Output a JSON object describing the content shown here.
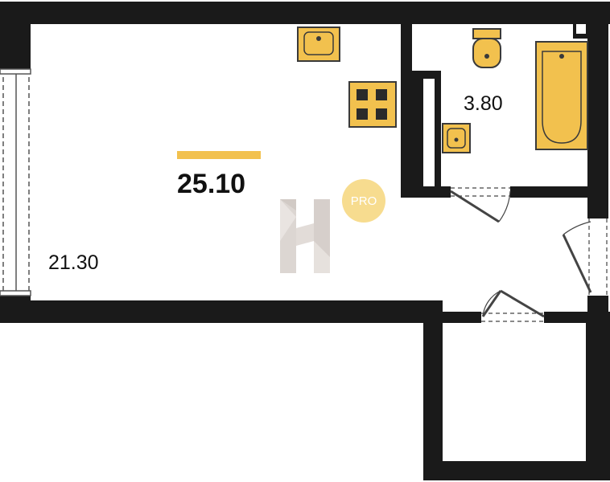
{
  "plan": {
    "total_area": "25.10",
    "living_room_area": "21.30",
    "bathroom_area": "3.80",
    "badge": "PRO"
  },
  "colors": {
    "wall": "#1a1a1a",
    "fixture_fill": "#f2c14e",
    "fixture_stroke": "#3a3a3a",
    "accent": "#f2c14e",
    "badge_fill": "#f7dc8f",
    "logo": "#d0c9c5"
  },
  "icons": {
    "kitchen_sink": "sink-icon",
    "stove": "stove-icon",
    "toilet": "toilet-icon",
    "bathtub": "bathtub-icon",
    "bathroom_sink": "sink-icon",
    "logo": "logo-h-icon"
  }
}
